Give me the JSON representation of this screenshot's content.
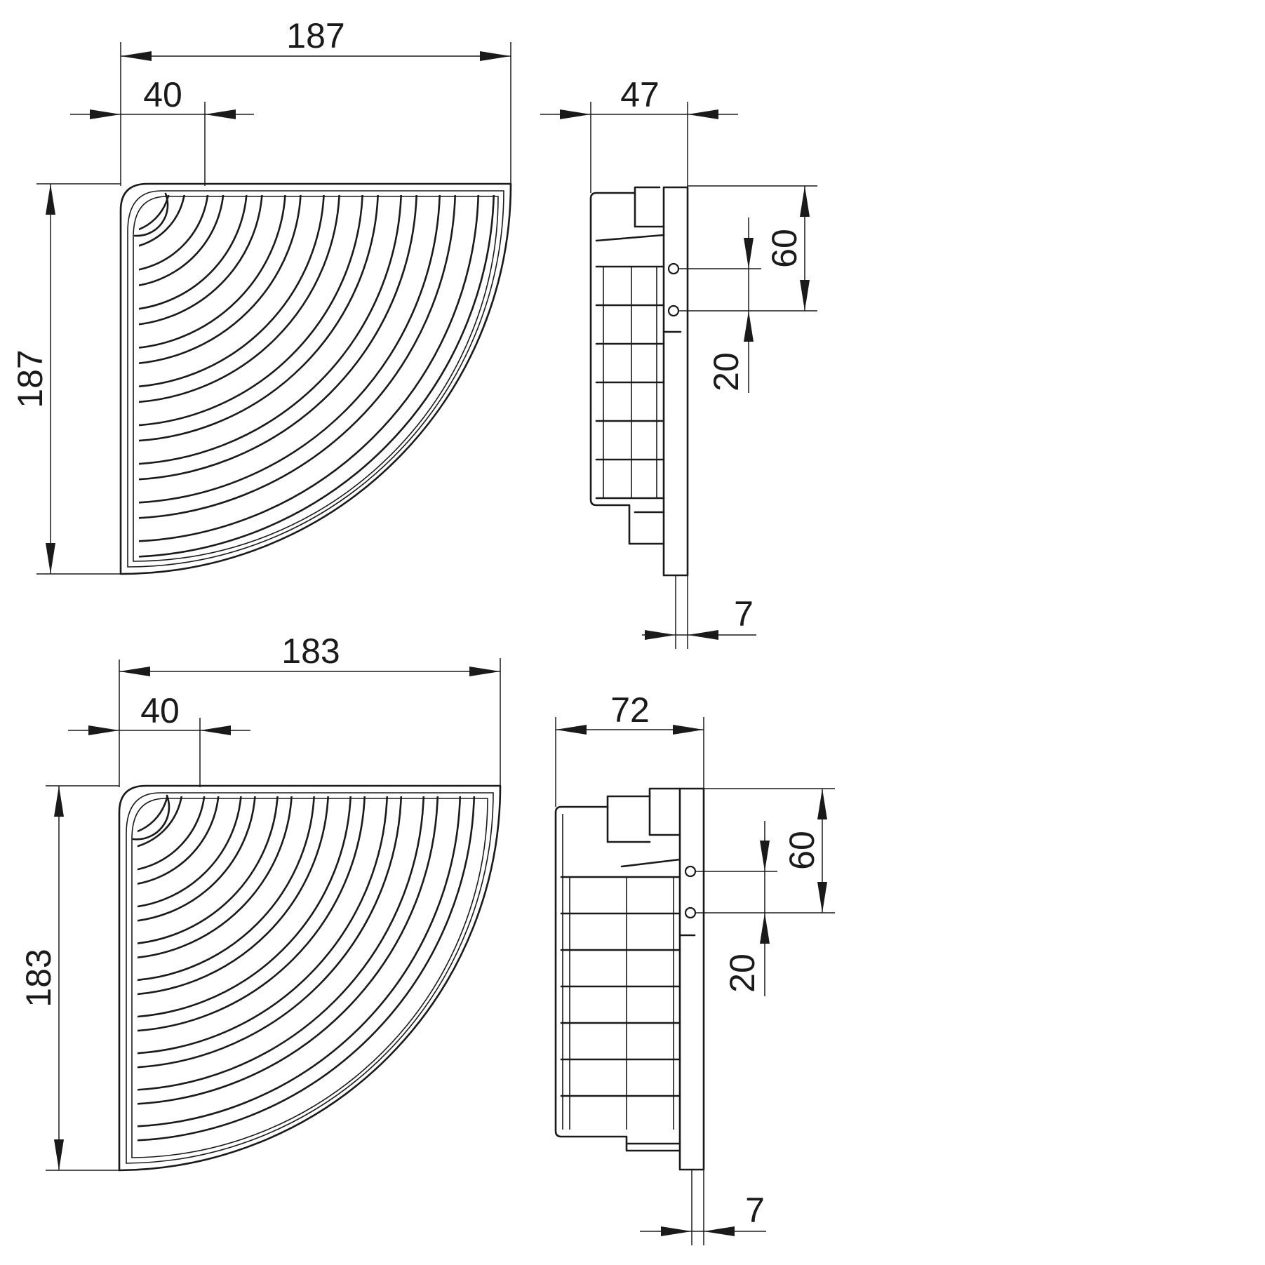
{
  "views": {
    "top_small": {
      "width": "187",
      "offset": "40",
      "height": "187"
    },
    "side_small": {
      "depth": "47",
      "hole_spacing": "60",
      "hole_from_top": "20",
      "plate": "7"
    },
    "top_large": {
      "width": "183",
      "offset": "40",
      "height": "183"
    },
    "side_large": {
      "depth": "72",
      "hole_spacing": "60",
      "hole_from_top": "20",
      "plate": "7"
    }
  }
}
